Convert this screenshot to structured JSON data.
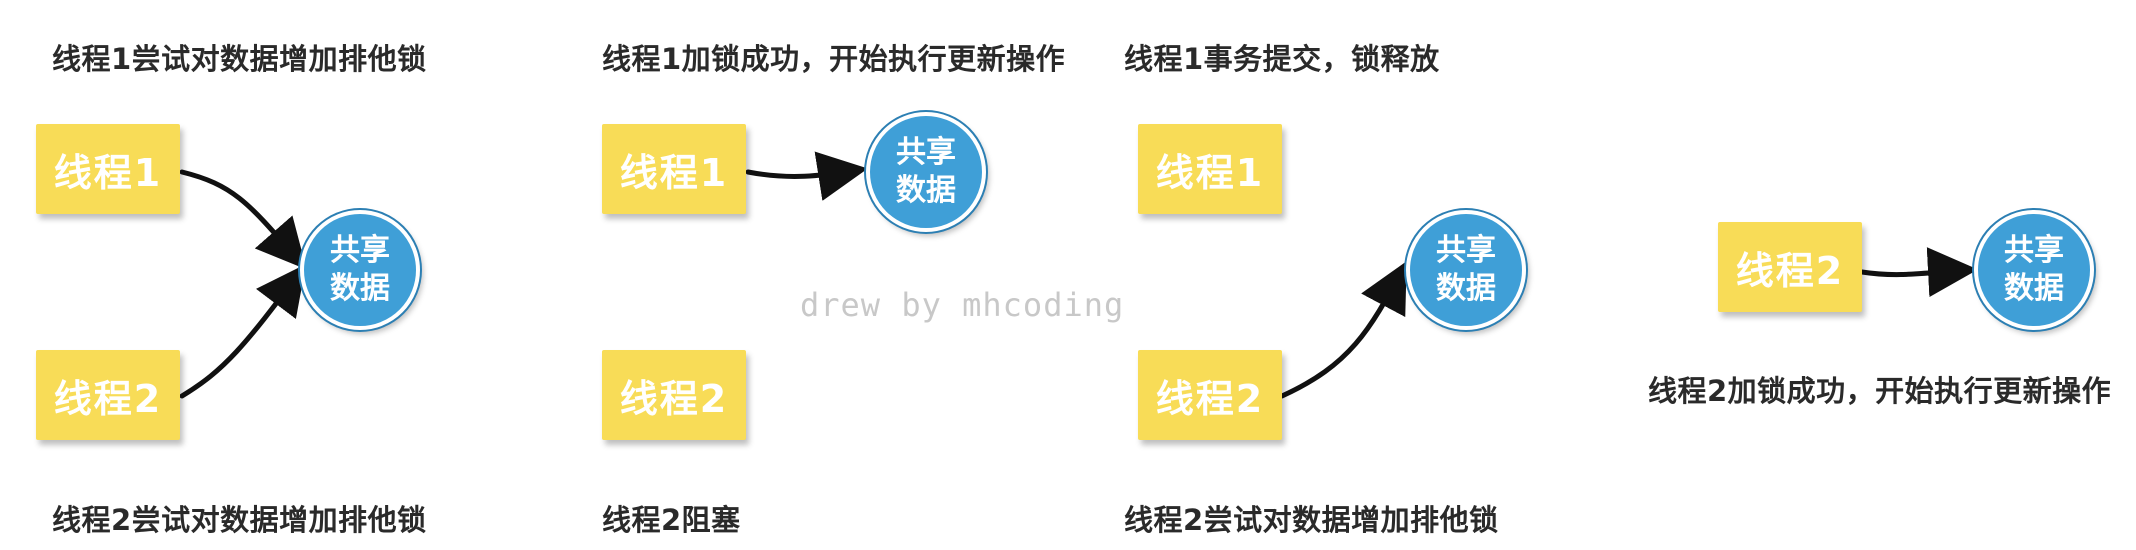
{
  "labels": {
    "thread1": "线程1",
    "thread2": "线程2",
    "shared_line1": "共享",
    "shared_line2": "数据"
  },
  "panels": [
    {
      "top_caption": "线程1尝试对数据增加排他锁",
      "bottom_caption": "线程2尝试对数据增加排他锁"
    },
    {
      "top_caption": "线程1加锁成功，开始执行更新操作",
      "bottom_caption": "线程2阻塞"
    },
    {
      "top_caption": "线程1事务提交，锁释放",
      "bottom_caption": "线程2尝试对数据增加排他锁"
    },
    {
      "bottom_caption": "线程2加锁成功，开始执行更新操作"
    }
  ],
  "watermark": "drew by mhcoding",
  "colors": {
    "thread_box": "#f8dc57",
    "shared_circle": "#3f9fd7",
    "arrow": "#111111",
    "caption": "#2a2a2a",
    "watermark": "#c8c8c8"
  }
}
